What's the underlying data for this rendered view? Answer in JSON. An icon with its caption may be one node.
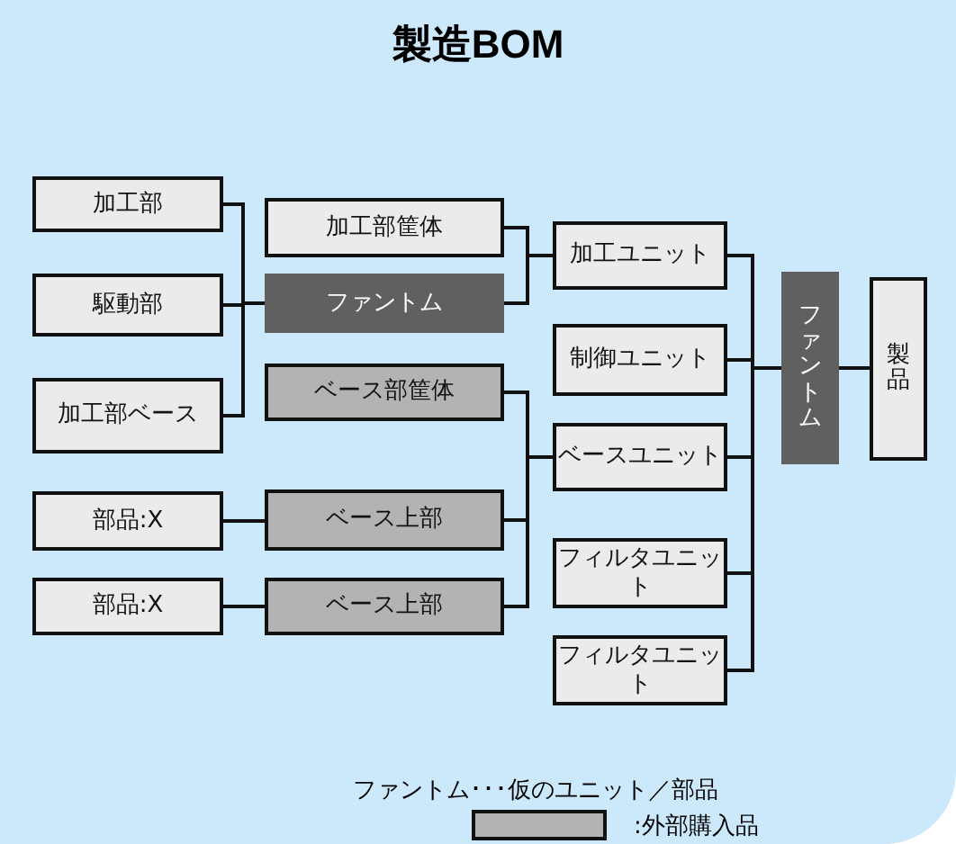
{
  "diagram": {
    "title": "製造BOM",
    "nodes": [
      {
        "text": [
          "加工部"
        ]
      },
      {
        "text": [
          "駆動部"
        ]
      },
      {
        "text": [
          "加工部ベース"
        ]
      },
      {
        "text": [
          "部品:X"
        ]
      },
      {
        "text": [
          "部品:X"
        ]
      },
      {
        "text": [
          "加工部筐体"
        ]
      },
      {
        "text": [
          "ファントム"
        ]
      },
      {
        "text": [
          "ベース部筐体"
        ]
      },
      {
        "text": [
          "ベース上部"
        ]
      },
      {
        "text": [
          "ベース上部"
        ]
      },
      {
        "text": [
          "加工ユニット"
        ]
      },
      {
        "text": [
          "制御ユニット"
        ]
      },
      {
        "text": [
          "ベースユニット"
        ]
      },
      {
        "text": [
          "フィルタユニット"
        ]
      },
      {
        "text": [
          "フィルタユニット"
        ]
      },
      {
        "text": [
          "ファントム"
        ]
      },
      {
        "text": [
          "製品"
        ]
      }
    ],
    "edges": [
      {
        "from": 0,
        "to": 6,
        "arrow": "none"
      },
      {
        "from": 1,
        "to": 6,
        "arrow": "none"
      },
      {
        "from": 2,
        "to": 6,
        "arrow": "none"
      },
      {
        "from": 5,
        "to": 10,
        "arrow": "none"
      },
      {
        "from": 6,
        "to": 10,
        "arrow": "none"
      },
      {
        "from": 7,
        "to": 12,
        "arrow": "none"
      },
      {
        "from": 3,
        "to": 8,
        "arrow": "none"
      },
      {
        "from": 8,
        "to": 12,
        "arrow": "none"
      },
      {
        "from": 4,
        "to": 9,
        "arrow": "none"
      },
      {
        "from": 9,
        "to": 12,
        "arrow": "none"
      },
      {
        "from": 10,
        "to": 15,
        "arrow": "none"
      },
      {
        "from": 11,
        "to": 15,
        "arrow": "none"
      },
      {
        "from": 12,
        "to": 15,
        "arrow": "none"
      },
      {
        "from": 13,
        "to": 15,
        "arrow": "none"
      },
      {
        "from": 14,
        "to": 15,
        "arrow": "none"
      },
      {
        "from": 15,
        "to": 16,
        "arrow": "none"
      }
    ],
    "labels": [
      "ファントム･･･仮のユニット／部品"
    ],
    "legend": [
      {
        "text": ":外部購入品",
        "color": "#b3b3b3"
      }
    ]
  }
}
